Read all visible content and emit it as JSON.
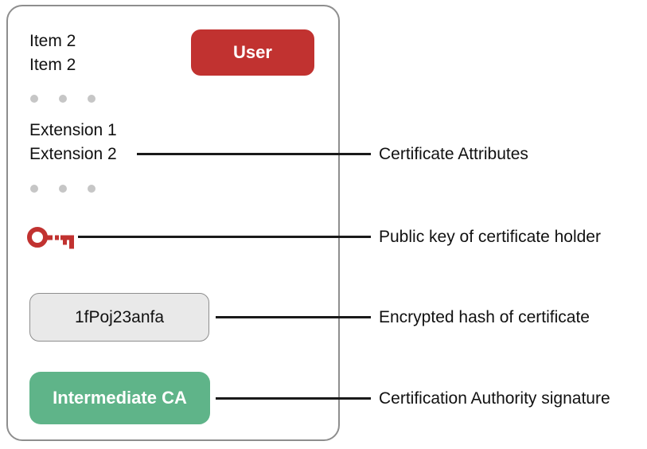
{
  "certificate": {
    "items": [
      "Item 2",
      "Item 2"
    ],
    "extensions": [
      "Extension 1",
      "Extension 2"
    ],
    "user_badge": "User",
    "hash_value": "1fPoj23anfa",
    "ca_badge": "Intermediate CA"
  },
  "labels": {
    "attributes": "Certificate Attributes",
    "public_key": "Public key of certificate holder",
    "hash": "Encrypted hash of certificate",
    "signature": "Certification Authority signature"
  },
  "icons": {
    "public_key": "key-icon",
    "ellipsis": "dot-icon"
  },
  "colors": {
    "badge_red": "#c13230",
    "ca_green": "#5fb489",
    "hash_fill": "#e9e9e9",
    "border_gray": "#8e8e8e",
    "dot_gray": "#c6c6c6",
    "line_black": "#1a1a1a",
    "text_black": "#111111",
    "badge_text": "#ffffff"
  }
}
